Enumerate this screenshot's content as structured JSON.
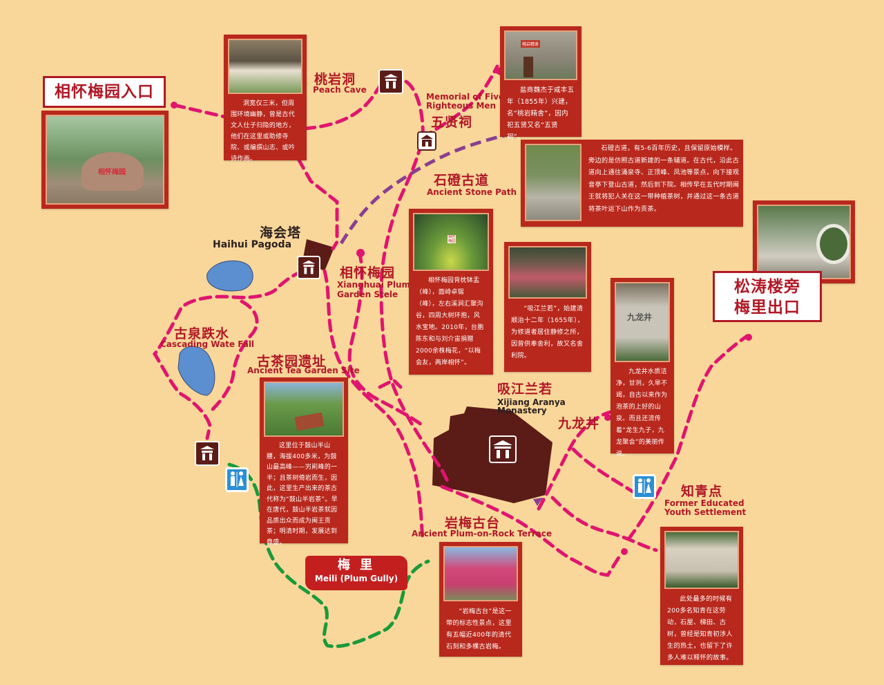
{
  "signs": {
    "entrance": "相怀梅园入口",
    "exit_line1": "松涛楼旁",
    "exit_line2": "梅里出口"
  },
  "places": {
    "peach_cave": {
      "cn": "桃岩洞",
      "en": "Peach Cave"
    },
    "memorial": {
      "cn": "五贤祠",
      "en_line1": "Memorial of Five",
      "en_line2": "Righteous Men"
    },
    "stone_path": {
      "cn": "石磴古道",
      "en": "Ancient  Stone Path"
    },
    "pagoda": {
      "cn": "海会塔",
      "en": "Haihui Pagoda"
    },
    "stele": {
      "cn": "相怀梅园",
      "en_line1": "Xianghuai Plum",
      "en_line2": "Garden Stele"
    },
    "waterfall": {
      "cn": "古泉跌水",
      "en": "Cascading Wate Fall"
    },
    "tea_garden": {
      "cn": "古茶园遗址",
      "en": "Ancient Tea Garden Site"
    },
    "monastery": {
      "cn": "吸江兰若",
      "en_line1": "Xijiang Aranya",
      "en_line2": "Monastery"
    },
    "nine_dragon": {
      "cn": "九龙井"
    },
    "youth": {
      "cn": "知青点",
      "en_line1": "Former Educated",
      "en_line2": "Youth Settlement"
    },
    "terrace": {
      "cn": "岩梅古台",
      "en": "Ancient Plum-on-Rock Terrace"
    },
    "meili": {
      "cn": "梅 里",
      "en": "Meili (Plum Gully)"
    }
  },
  "cards": {
    "peach_cave": "洞宽仅三米，但周围环境幽静，曾是古代文人仕子归隐的地方，他们在这里或助修寺院、或编撰山志、或吟诗作画。",
    "memorial": "盐商魏杰于咸丰五年（1855年）兴建，名“桃岩精舍”，因内祀五贤又名“五贤祠”。",
    "stone_path": "石磴古道，有5-6百年历史，且保留原始模样。旁边的是仿照古道新建的一条辅道。在古代，沿此古道向上通往涌泉寺、正顶峰、凤池等景点，向下接观音亭下登山古道，然后到下院。相传早在五代时期闽王就将犯人关在这一带种植茶树，并通过这一条古道将茶叶运下山作为贡茶。",
    "stele": "相怀梅园背枕钵盂（峰），面峙卓锡（峰），左右溪涧汇聚沟谷，四周大树环抱，风水宝地。2010年，台胞陈东和与刘介宙捐赠2000余株梅花，“以梅会友，两岸相怀”。",
    "monastery": "“吸江兰若”，始建清顺治十二年（1655年），为修道者居住静修之所，因曾供奉舍利，故又名舍利院。",
    "nine_dragon": "九龙井水质洁净，甘洌，久旱不竭，自古以来作为泡茶的上好的山泉。而且还流传着“龙生九子，九龙聚会”的美丽传说。",
    "tea_garden": "这里位于鼓山半山腰，海拔400多米，为鼓山最高峰——屴崱峰的一半；且茶树倚岩而生，因此，这里生产出来的茶古代称为“鼓山半岩茶”。早在唐代，鼓山半岩茶就因品质出众而成为闽王贡茶；明清时期，发展达到鼎盛。",
    "terrace": "“岩梅古台”是这一带的标志性景点，这里有五幅近400年的清代石刻和多棵古岩梅。",
    "youth": "此处最多的时候有200多名知青在这劳动，石屋、梯田、古树，曾经是知青初涉人生的热土，也留下了许多人难以释怀的故事。"
  },
  "photo_text": {
    "entrance_rock": "相怀梅园",
    "memorial_plaque": "桃岩精舍",
    "stele_monument": "相怀梅园",
    "well_plaque": "九龙井"
  },
  "colors": {
    "background": "#f9d79a",
    "card": "#b8281c",
    "title": "#b01826",
    "pink_route": "#e0156f",
    "purple_route": "#8a3f90",
    "green_route": "#1a9a3a",
    "building": "#5b1c18",
    "water": "#5b8fd0"
  }
}
